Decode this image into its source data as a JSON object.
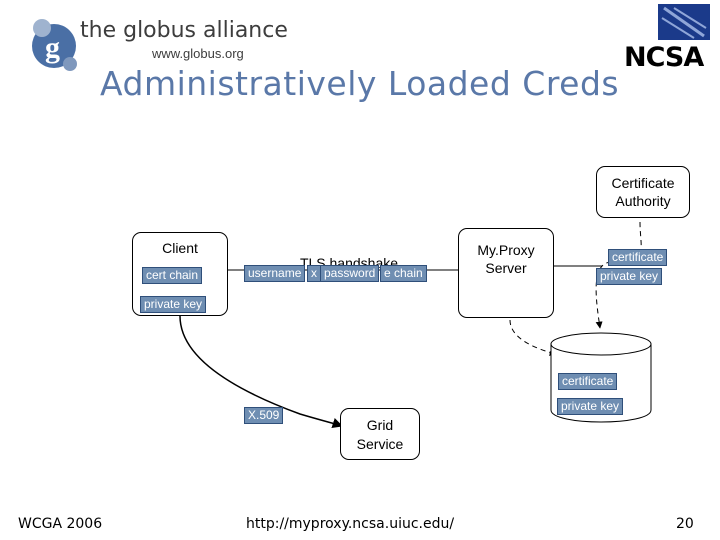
{
  "header": {
    "globus_name": "the globus alliance",
    "globus_url": "www.globus.org",
    "ncsa_logo": "NCSA",
    "title": "Administratively Loaded Creds"
  },
  "diagram": {
    "ca_line1": "Certificate",
    "ca_line2": "Authority",
    "ca_cert_tag": "certificate",
    "ca_key_tag": "private key",
    "client_label": "Client",
    "client_cert_tag": "cert chain",
    "client_key_tag": "private key",
    "tls_label": "TLS handshake",
    "tls_tags": [
      "username",
      "x",
      "password",
      "e chain"
    ],
    "myproxy_line1": "My.Proxy",
    "myproxy_line2": "Server",
    "repo_cert_tag": "certificate",
    "repo_key_tag": "private key",
    "x509_tag": "X.509",
    "grid_line1": "Grid",
    "grid_line2": "Service"
  },
  "footer": {
    "left": "WCGA 2006",
    "url": "http://myproxy.ncsa.uiuc.edu/",
    "page": "20"
  }
}
